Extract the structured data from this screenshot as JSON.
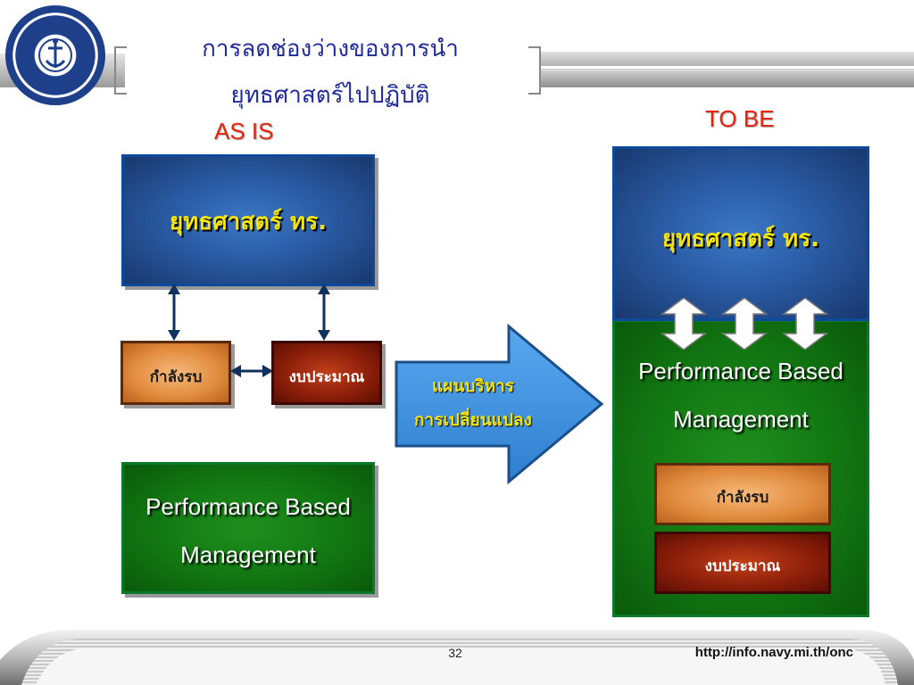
{
  "slide": {
    "title_line1": "การลดช่องว่างของการนำ",
    "title_line2": "ยุทธศาสตร์ไปปฏิบัติ",
    "page_number": "32",
    "url": "http://info.navy.mi.th/onc",
    "logo_icon": "navy-seal-logo"
  },
  "as_is": {
    "label": "AS IS",
    "strategy": "ยุทธศาสตร์ ทร.",
    "force": "กำลังรบ",
    "budget": "งบประมาณ",
    "pbm_line1": "Performance Based",
    "pbm_line2": "Management"
  },
  "transition": {
    "line1": "แผนบริหาร",
    "line2": "การเปลี่ยนแปลง"
  },
  "to_be": {
    "label": "TO BE",
    "strategy": "ยุทธศาสตร์ ทร.",
    "pbm_line1": "Performance Based",
    "pbm_line2": "Management",
    "force": "กำลังรบ",
    "budget": "งบประมาณ"
  },
  "colors": {
    "title": "#1f2a9a",
    "label_red": "#e3240e",
    "text_yellow": "#f3e311",
    "box_blue": "#2a5ba4",
    "box_green": "#137a13",
    "arrow_blue": "#3c8ee0"
  }
}
